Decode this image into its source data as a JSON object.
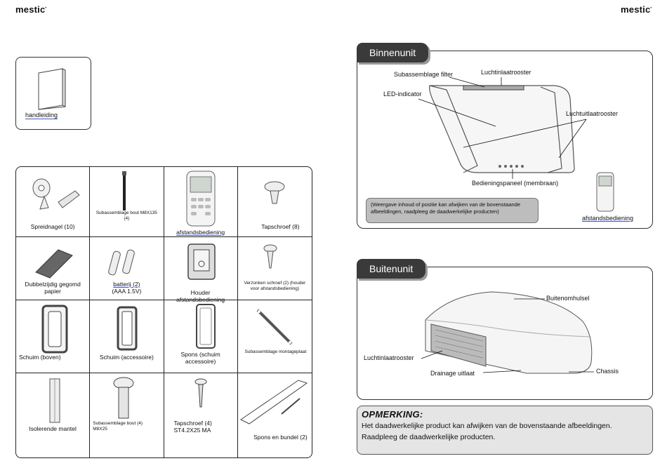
{
  "brand": {
    "left": "mestic",
    "right": "mestic"
  },
  "manual": {
    "label": "handleiding"
  },
  "parts": [
    [
      {
        "label": "Spreidnagel (10)",
        "icon": "expansion-nail-icon"
      },
      {
        "label": "Subassemblage bout M8X135 (4)",
        "icon": "long-bolt-icon"
      },
      {
        "label": "afstandsbediening",
        "icon": "remote-control-icon"
      },
      {
        "label": "Tapschroef (8)",
        "icon": "tapping-screw-icon"
      }
    ],
    [
      {
        "label": "Dubbelzijdig gegomd papier",
        "icon": "double-sided-tape-icon"
      },
      {
        "label": "batterij (2)",
        "label2": "(AAA 1.5V)",
        "icon": "battery-icon"
      },
      {
        "label": "Houder afstandsbediening",
        "icon": "remote-holder-icon"
      },
      {
        "label": "Verzonken schroef (2) (houder voor afstandsbediening)",
        "icon": "countersunk-screw-icon"
      }
    ],
    [
      {
        "label": "Schuim (boven)",
        "icon": "foam-top-icon"
      },
      {
        "label": "Schuim (accessoire)",
        "icon": "foam-accessory-icon"
      },
      {
        "label": "Spons (schuim accessoire)",
        "icon": "sponge-frame-icon"
      },
      {
        "label": "Subassemblage montageplaat",
        "icon": "mounting-plate-icon"
      }
    ],
    [
      {
        "label": "Isolerende mantel",
        "icon": "insulating-sleeve-icon"
      },
      {
        "label": "Subassemblage bout (4)",
        "label2": "M8X25",
        "icon": "short-bolt-icon"
      },
      {
        "label": "Tapschroef (4)",
        "label2": "ST4.2X25 MA",
        "icon": "long-screw-icon"
      },
      {
        "label": "Spons en bundel (2)",
        "icon": "sponge-strip-icon"
      }
    ]
  ],
  "indoor": {
    "title": "Binnenunit",
    "labels": {
      "filter": "Subassemblage filter",
      "inlet": "Luchtinlaatrooster",
      "led": "LED-indicator",
      "outlet": "Luchtuitlaatrooster",
      "panel": "Bedieningspaneel (membraan)",
      "remote": "afstandsbediening"
    },
    "note": "(Weergave inhoud of positie kan afwijken van de bovenstaande afbeeldingen, raadpleeg de daadwerkelijke producten)"
  },
  "outdoor": {
    "title": "Buitenunit",
    "labels": {
      "shell": "Buitenomhulsel",
      "inlet": "Luchtinlaatrooster",
      "drain": "Drainage uitlaat",
      "chassis": "Chassis"
    }
  },
  "remark": {
    "title": "OPMERKING:",
    "line1": "Het daadwerkelijke product kan afwijken van de bovenstaande afbeeldingen.",
    "line2": "Raadpleeg de daadwerkelijke producten."
  }
}
